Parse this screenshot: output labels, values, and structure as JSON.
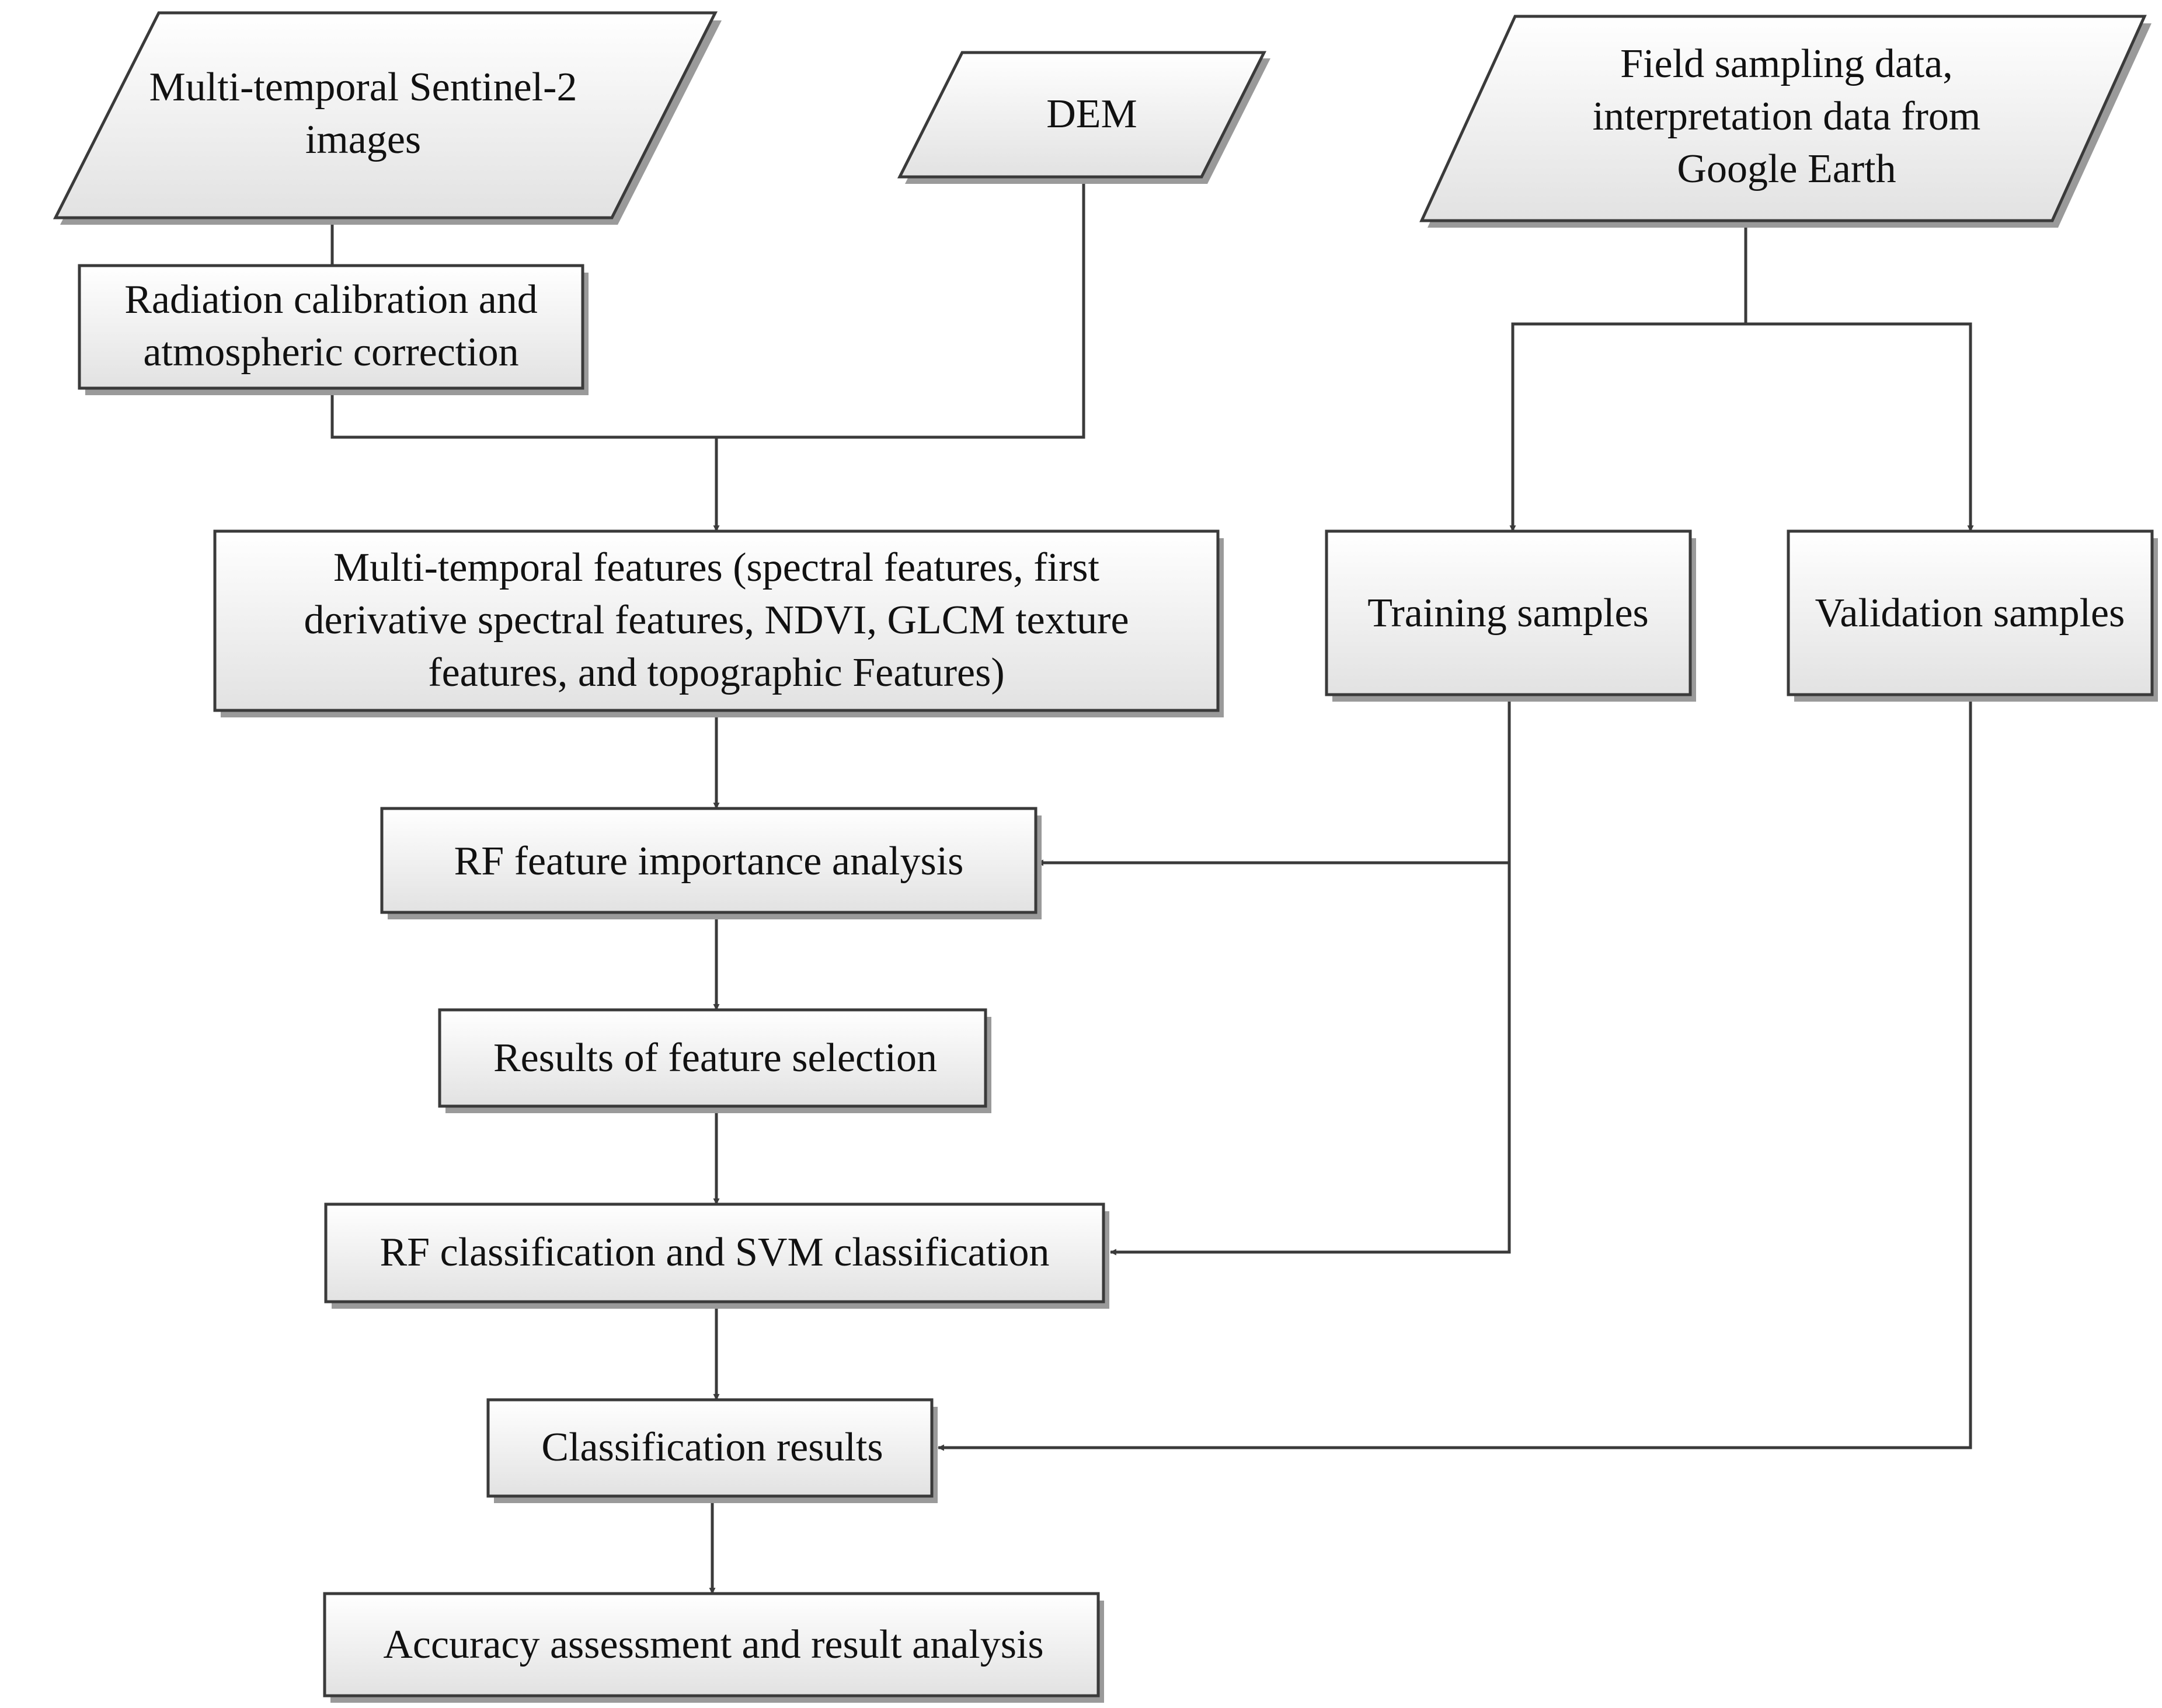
{
  "nodes": {
    "sentinel": {
      "lines": [
        "Multi-temporal Sentinel-2",
        "images"
      ]
    },
    "dem": {
      "lines": [
        "DEM"
      ]
    },
    "field": {
      "lines": [
        "Field sampling data,",
        "interpretation data from",
        "Google Earth"
      ]
    },
    "radiation": {
      "lines": [
        "Radiation calibration and",
        "atmospheric correction"
      ]
    },
    "features": {
      "lines": [
        "Multi-temporal features (spectral features,  first",
        "derivative spectral features,  NDVI,  GLCM texture",
        "features, and topographic Features)"
      ]
    },
    "training": {
      "lines": [
        "Training samples"
      ]
    },
    "validation": {
      "lines": [
        "Validation samples"
      ]
    },
    "rf_importance": {
      "lines": [
        "RF feature importance analysis"
      ]
    },
    "selection": {
      "lines": [
        "Results of feature selection"
      ]
    },
    "classification": {
      "lines": [
        "RF classification and SVM classification"
      ]
    },
    "results": {
      "lines": [
        "Classification results"
      ]
    },
    "accuracy": {
      "lines": [
        "Accuracy assessment and result analysis"
      ]
    }
  }
}
